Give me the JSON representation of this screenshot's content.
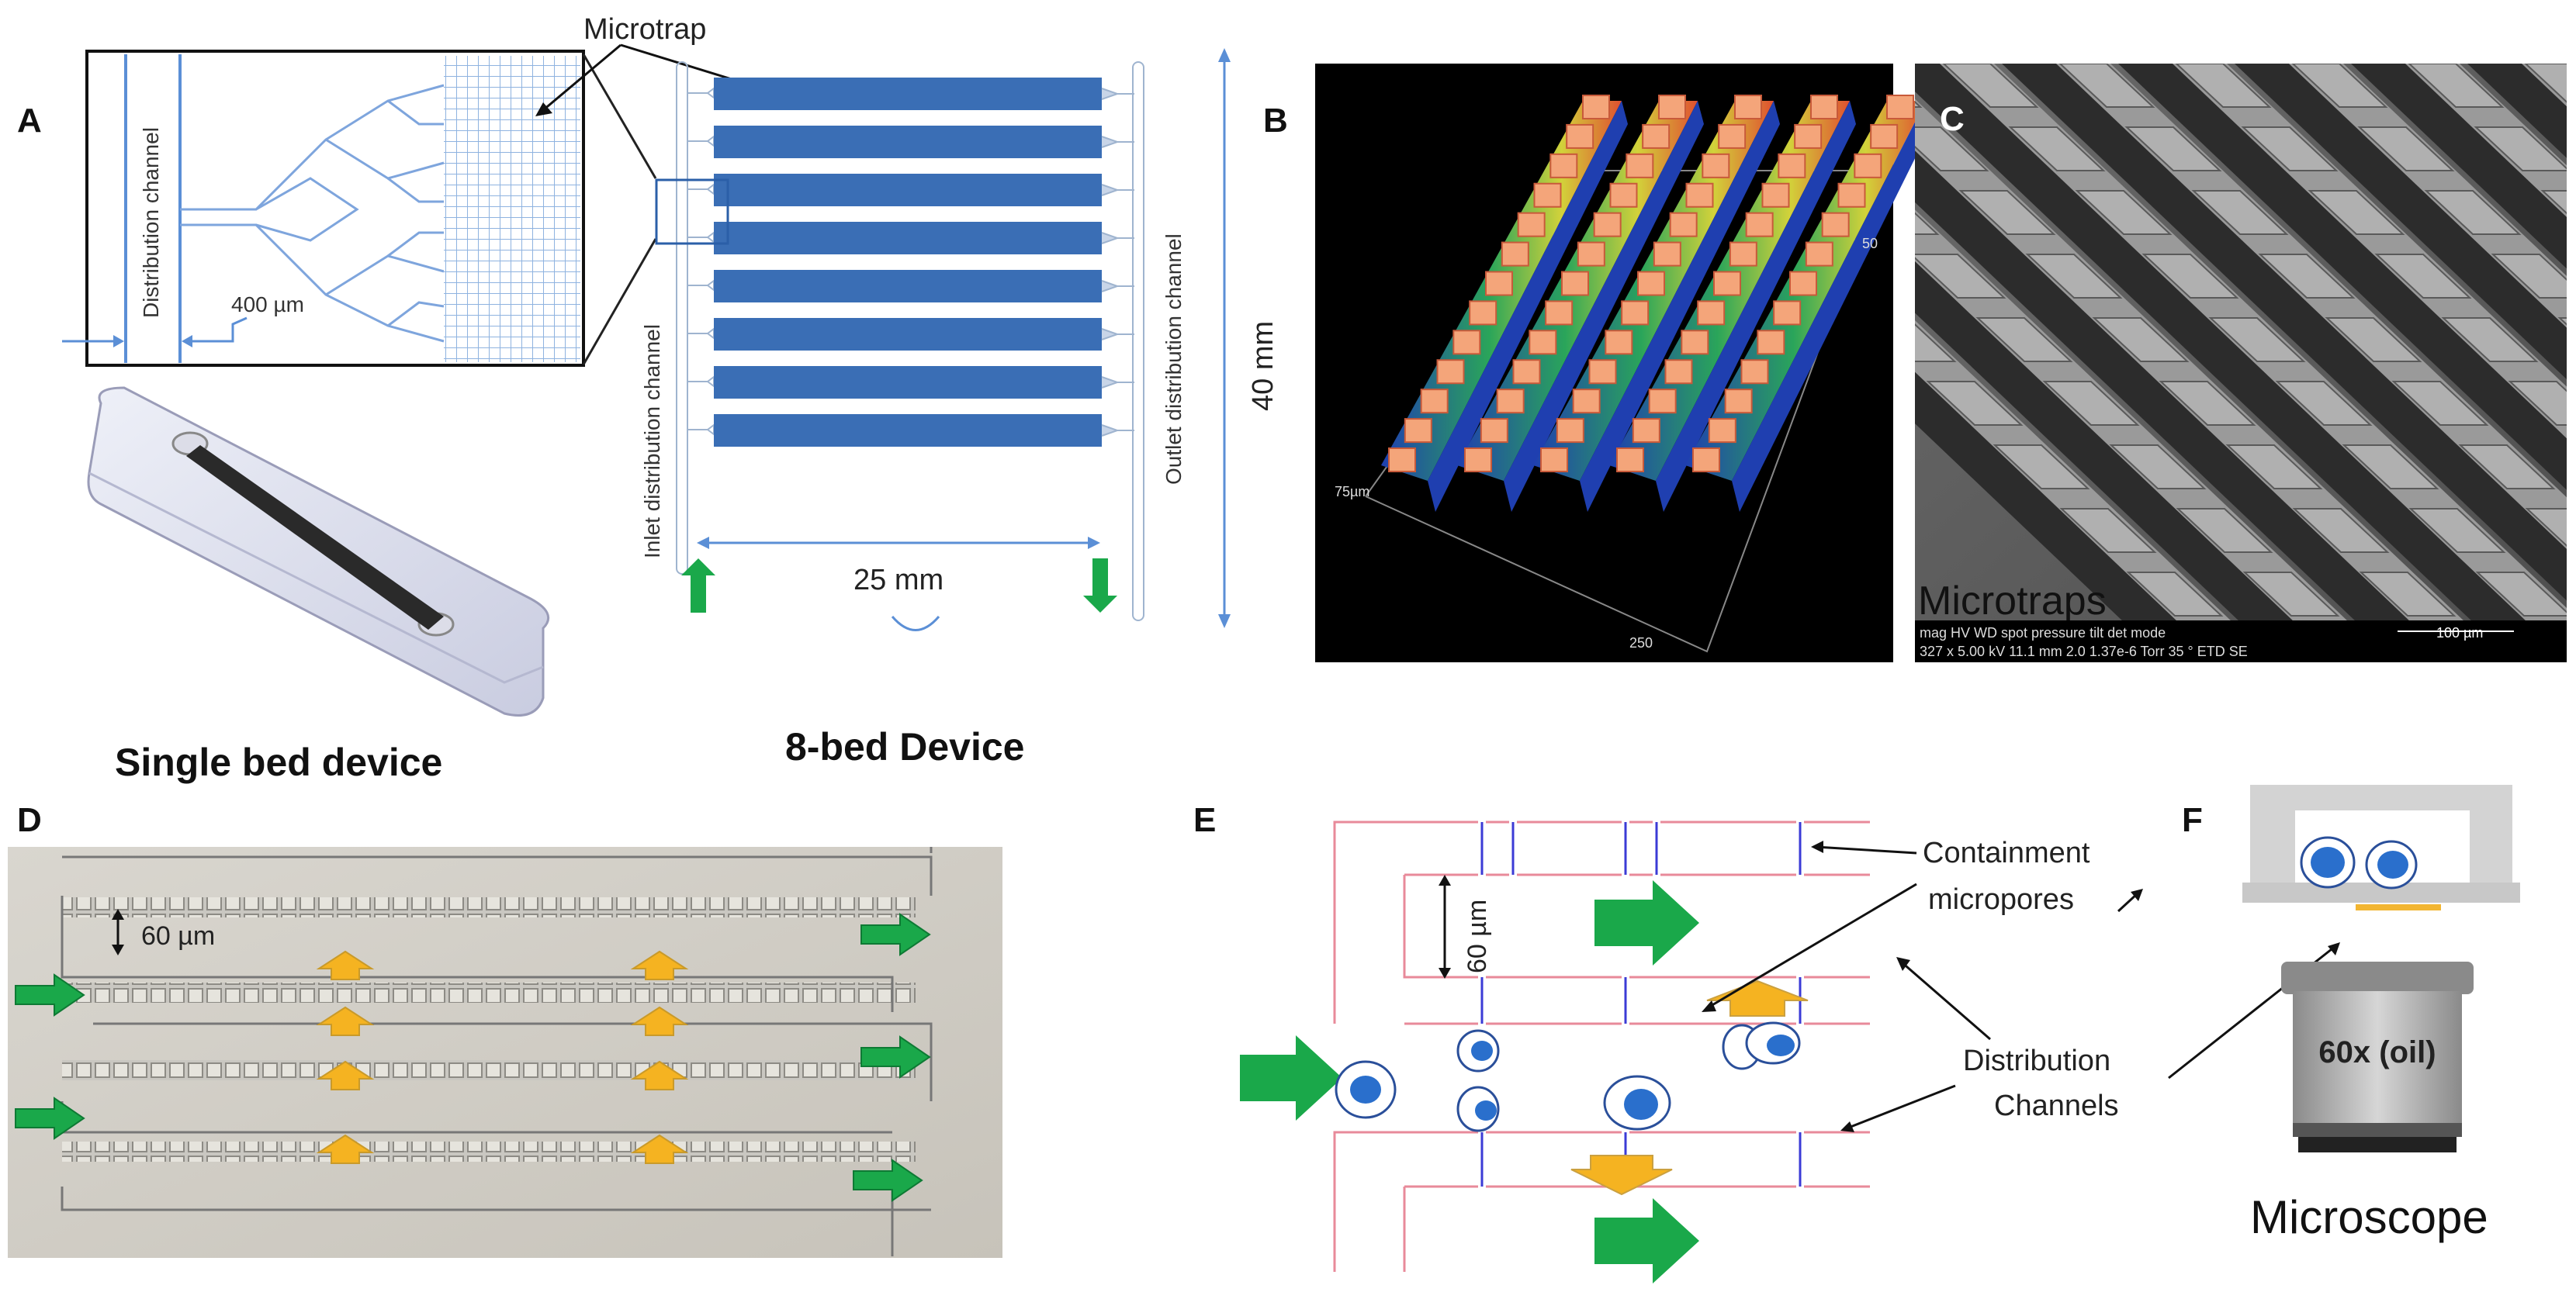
{
  "panels": {
    "a": {
      "letter": "A",
      "microtrap_label": "Microtrap",
      "distribution_channel": "Distribution channel",
      "width_label": "400 µm",
      "caption_single": "Single bed device",
      "caption_eight": "8-bed Device",
      "inlet_channel": "Inlet distribution channel",
      "outlet_channel": "Outlet distribution channel",
      "length_label": "25 mm",
      "height_label": "40 mm"
    },
    "b": {
      "letter": "B"
    },
    "c": {
      "letter": "C",
      "overlay_label": "Microtraps",
      "sem_header": "mag    HV    WD   spot  pressure   tilt  det  mode",
      "sem_values": "327 x 5.00 kV 11.1 mm  2.0  1.37e-6 Torr 35 °  ETD   SE",
      "scale_bar": "100 µm"
    },
    "d": {
      "letter": "D",
      "gap_label": "60 µm"
    },
    "e": {
      "letter": "E",
      "gap_label": "60 µm",
      "containment_line1": "Containment",
      "containment_line2": "micropores",
      "distribution_line1": "Distribution",
      "distribution_line2": "Channels"
    },
    "f": {
      "letter": "F",
      "objective_label": "60x (oil)",
      "microscope_label": "Microscope"
    }
  },
  "colors": {
    "bed_blue": "#3a6eb5",
    "arrow_green": "#1aa84a",
    "arrow_orange": "#f5b321",
    "channel_pink": "#e88a9a",
    "pore_blue": "#3b3bd6"
  }
}
